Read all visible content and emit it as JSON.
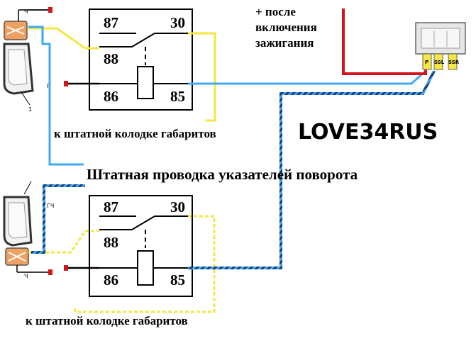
{
  "relay_top": {
    "pin_87": "87",
    "pin_30": "30",
    "pin_88": "88",
    "pin_86": "86",
    "pin_85": "85"
  },
  "relay_bottom": {
    "pin_87": "87",
    "pin_30": "30",
    "pin_88": "88",
    "pin_86": "86",
    "pin_85": "85"
  },
  "captions": {
    "top_connector": "к штатной колодке габаритов",
    "turn_signal_wiring": "Штатная проводка указателей поворота",
    "bottom_connector": "к штатной колодке габаритов",
    "ignition_line1": "+ после",
    "ignition_line2": "включения",
    "ignition_line3": "зажигания",
    "watermark": "LOVE34RUS"
  },
  "lamp_labels": {
    "top_lamp_wire1": "Ч",
    "top_lamp_wire2": "Г",
    "top_lamp_number": "1",
    "bottom_lamp_wire1": "ГЧ",
    "bottom_lamp_wire2": "Ч"
  },
  "switch_terminals": {
    "left": "P",
    "middle": "SSL",
    "right": "SSR"
  },
  "colors": {
    "yellow_wire": "#f5e642",
    "blue_wire": "#3fa9f5",
    "red_wire": "#d4141c",
    "black_wire": "#000000",
    "lamp_orange": "#f0a060",
    "lamp_body": "#3a7fc2"
  }
}
